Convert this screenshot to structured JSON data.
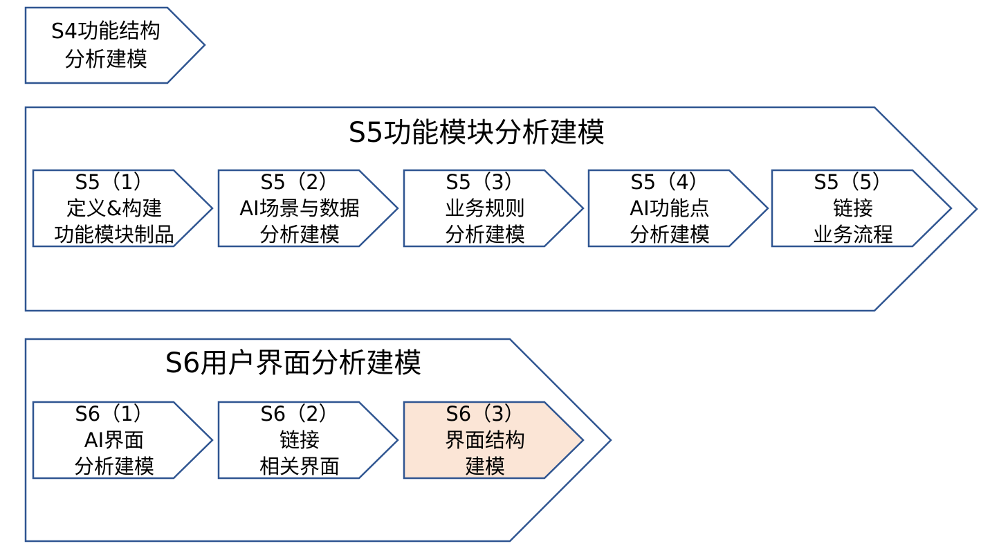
{
  "colors": {
    "stroke": "#2f5591",
    "fill": "#ffffff",
    "highlight": "#fbe5d6",
    "text": "#000000"
  },
  "s4": {
    "lines": [
      "S4功能结构",
      "分析建模"
    ]
  },
  "s5": {
    "title": "S5功能模块分析建模",
    "steps": [
      {
        "lines": [
          "S5（1）",
          "定义&构建",
          "功能模块制品"
        ],
        "highlight": false
      },
      {
        "lines": [
          "S5（2）",
          "AI场景与数据",
          "分析建模"
        ],
        "highlight": false
      },
      {
        "lines": [
          "S5（3）",
          "业务规则",
          "分析建模"
        ],
        "highlight": false
      },
      {
        "lines": [
          "S5（4）",
          "AI功能点",
          "分析建模"
        ],
        "highlight": false
      },
      {
        "lines": [
          "S5（5）",
          "链接",
          "业务流程"
        ],
        "highlight": false
      }
    ]
  },
  "s6": {
    "title": "S6用户界面分析建模",
    "steps": [
      {
        "lines": [
          "S6（1）",
          "AI界面",
          "分析建模"
        ],
        "highlight": false
      },
      {
        "lines": [
          "S6（2）",
          "链接",
          "相关界面"
        ],
        "highlight": false
      },
      {
        "lines": [
          "S6（3）",
          "界面结构",
          "建模"
        ],
        "highlight": true
      }
    ]
  }
}
